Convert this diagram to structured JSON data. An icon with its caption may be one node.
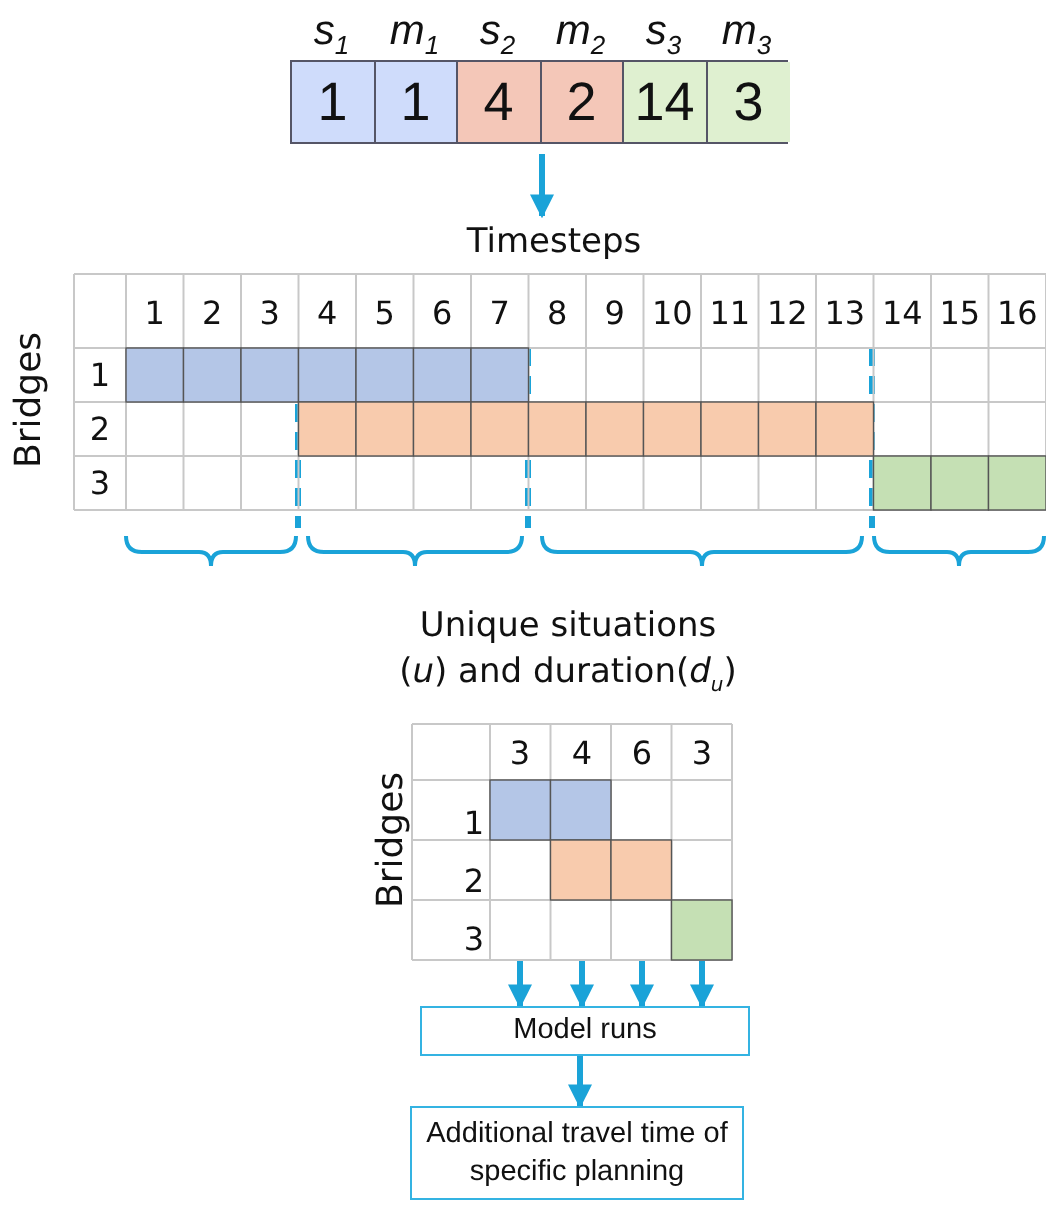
{
  "diagram": {
    "nodes": [
      {
        "text": [
          "1",
          "1",
          "4",
          "2",
          "14",
          "3"
        ],
        "beside": [
          "*s*$_{1}$",
          "*m*$_{1}$",
          "*s*$_{2}$",
          "*m*$_{2}$",
          "*s*$_{3}$",
          "*m*$_{3}$"
        ]
      },
      {
        "text": [
          "Timesteps"
        ]
      },
      {
        "text": [
          "Unique situations (*u*) and duration(*d*$_{u}$)"
        ]
      },
      {
        "text": [
          "Model runs"
        ]
      },
      {
        "text": [
          "Additional travel time of specific planning"
        ]
      }
    ],
    "edges": [
      {
        "from": 0,
        "to": 1,
        "arrow": "to"
      },
      {
        "from": 2,
        "to": 3,
        "arrow": "to"
      },
      {
        "from": 2,
        "to": 3,
        "arrow": "to"
      },
      {
        "from": 2,
        "to": 3,
        "arrow": "to"
      },
      {
        "from": 2,
        "to": 3,
        "arrow": "to"
      },
      {
        "from": 3,
        "to": 4,
        "arrow": "to"
      }
    ],
    "labels": [
      "1",
      "2",
      "3",
      "4",
      "5",
      "6",
      "7",
      "8",
      "9",
      "10",
      "11",
      "12",
      "13",
      "14",
      "15",
      "16",
      "Bridges",
      "1",
      "2",
      "3",
      "3",
      "4",
      "6",
      "3",
      "Bridges",
      "1",
      "2",
      "3"
    ]
  }
}
